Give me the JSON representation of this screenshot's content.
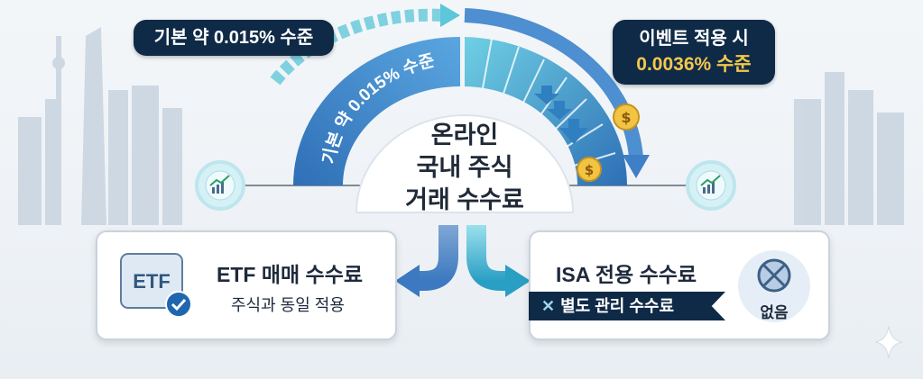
{
  "labels": {
    "base_rate": "기본 약 0.015% 수준",
    "event_line1": "이벤트 적용 시",
    "event_line2": "0.0036% 수준",
    "arc_text": "기본 약 0.015% 수준"
  },
  "center": {
    "line1": "온라인",
    "line2": "국내 주식",
    "line3": "거래 수수료"
  },
  "etf_card": {
    "icon_text": "ETF",
    "title": "ETF 매매 수수료",
    "subtitle": "주식과 동일 적용"
  },
  "isa_card": {
    "title": "ISA 전용 수수료",
    "ribbon": "별도 관리 수수료",
    "none_label": "없음"
  },
  "colors": {
    "navy": "#0f2a47",
    "arc_blue": "#3b82c4",
    "teal": "#47c1d6",
    "gold": "#f3c84b"
  },
  "icons": [
    "growth-chart-icon",
    "dollar-coin-icon",
    "etf-check-icon",
    "cross-circle-icon",
    "sparkle-icon",
    "down-arrow-icon"
  ]
}
